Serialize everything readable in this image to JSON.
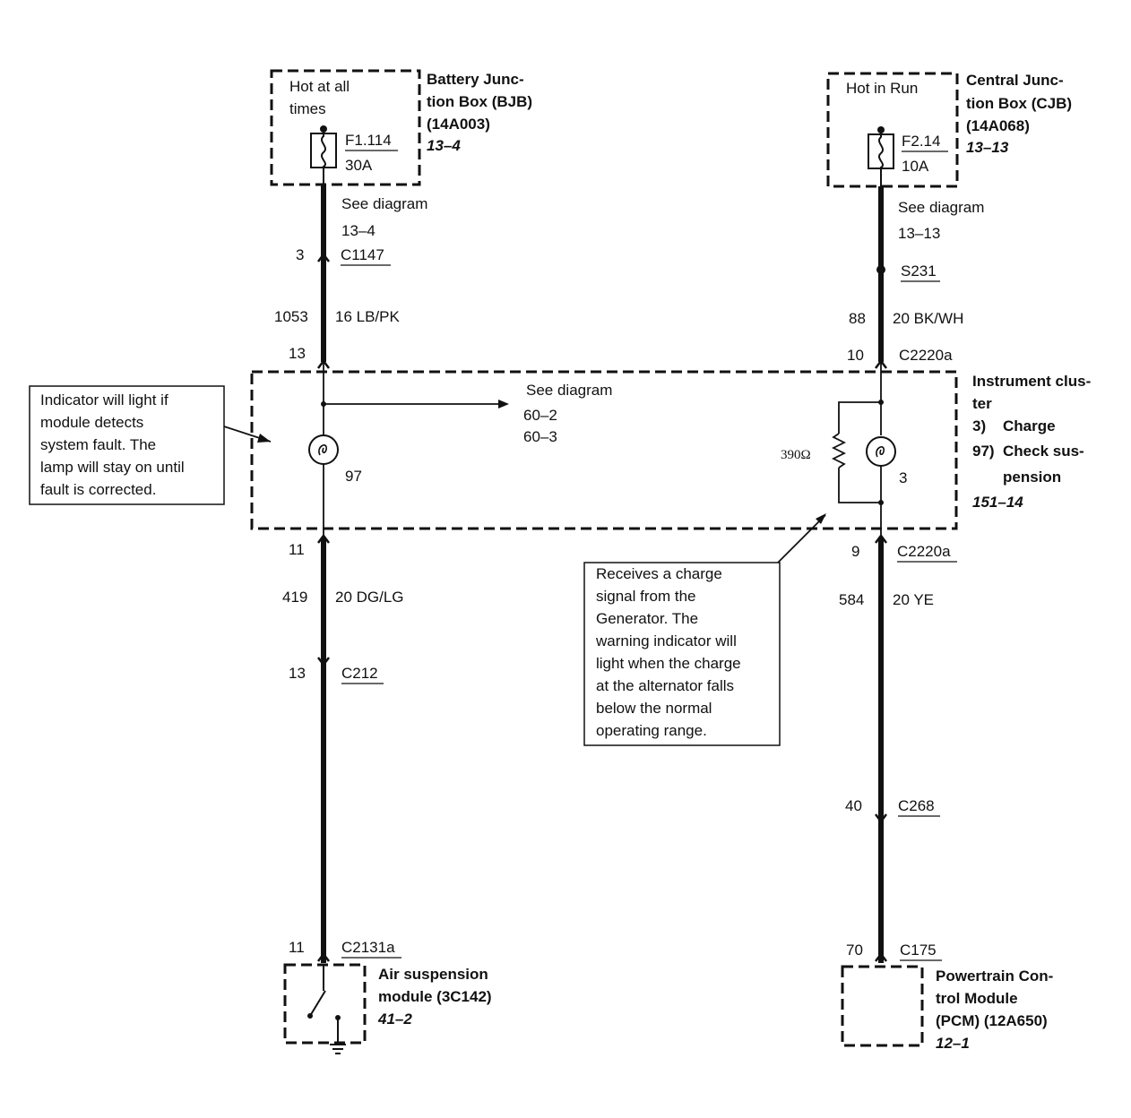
{
  "bjb": {
    "hot_line1": "Hot at all",
    "hot_line2": "times",
    "fuse_id": "F1.114",
    "fuse_rating": "30A",
    "name_line1": "Battery Junc-",
    "name_line2": "tion Box (BJB)",
    "part": "(14A003)",
    "ref": "13–4"
  },
  "cjb": {
    "hot": "Hot in Run",
    "fuse_id": "F2.14",
    "fuse_rating": "10A",
    "name_line1": "Central Junc-",
    "name_line2": "tion Box (CJB)",
    "part": "(14A068)",
    "ref": "13–13"
  },
  "left_circuit": {
    "see_diagram": "See diagram",
    "see_ref": "13–4",
    "c1147_pin": "3",
    "c1147": "C1147",
    "circuit1": "1053",
    "wire1": "16 LB/PK",
    "c2220_top_pin": "13",
    "lamp_id": "97",
    "c2220_bot_pin": "11",
    "circuit2": "419",
    "wire2": "20 DG/LG",
    "c212_pin": "13",
    "c212": "C212",
    "c2131_pin": "11",
    "c2131": "C2131a"
  },
  "splice_note": {
    "see_diagram": "See diagram",
    "ref1": "60–2",
    "ref2": "60–3"
  },
  "right_circuit": {
    "see_diagram": "See diagram",
    "see_ref": "13–13",
    "splice": "S231",
    "circuit1": "88",
    "wire1": "20 BK/WH",
    "c2220_top_pin": "10",
    "c2220_top": "C2220a",
    "resistor": "390Ω",
    "lamp_id": "3",
    "c2220_bot_pin": "9",
    "c2220_bot": "C2220a",
    "circuit2": "584",
    "wire2": "20 YE",
    "c268_pin": "40",
    "c268": "C268",
    "c175_pin": "70",
    "c175": "C175"
  },
  "cluster": {
    "name_line1": "Instrument clus-",
    "name_line2": "ter",
    "item1_num": "3)",
    "item1": "Charge",
    "item2_num": "97)",
    "item2_line1": "Check sus-",
    "item2_line2": "pension",
    "ref": "151–14"
  },
  "note_left": [
    "Indicator will light if",
    "module detects",
    "system fault.  The",
    "lamp will stay on until",
    "fault is corrected."
  ],
  "note_right": [
    "Receives a charge",
    "signal from the",
    "Generator.  The",
    "warning indicator will",
    "light when the charge",
    "at the alternator falls",
    "below the normal",
    "operating range."
  ],
  "air_module": {
    "name_line1": "Air suspension",
    "name_line2": "module (3C142)",
    "ref": "41–2"
  },
  "pcm": {
    "name_line1": "Powertrain Con-",
    "name_line2": "trol Module",
    "name_line3": "(PCM) (12A650)",
    "ref": "12–1"
  }
}
